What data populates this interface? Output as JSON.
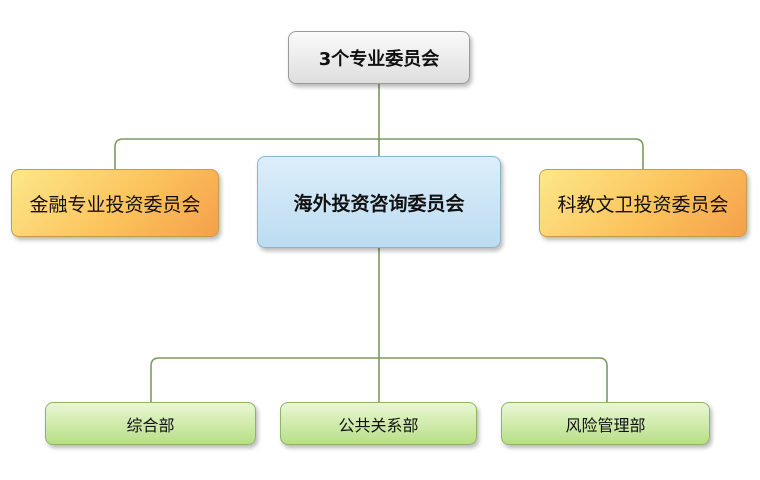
{
  "diagram": {
    "root": {
      "label": "3个专业委员会"
    },
    "committees": [
      {
        "label": "金融专业投资委员会"
      },
      {
        "label": "海外投资咨询委员会"
      },
      {
        "label": "科教文卫投资委员会"
      }
    ],
    "departments": [
      {
        "label": "综合部"
      },
      {
        "label": "公共关系部"
      },
      {
        "label": "风险管理部"
      }
    ]
  },
  "colors": {
    "connector": "#7a9a5e",
    "committee_side": "#fbc35c",
    "committee_center": "#bcdcf0",
    "department": "#b7df86",
    "root": "#dedede"
  }
}
